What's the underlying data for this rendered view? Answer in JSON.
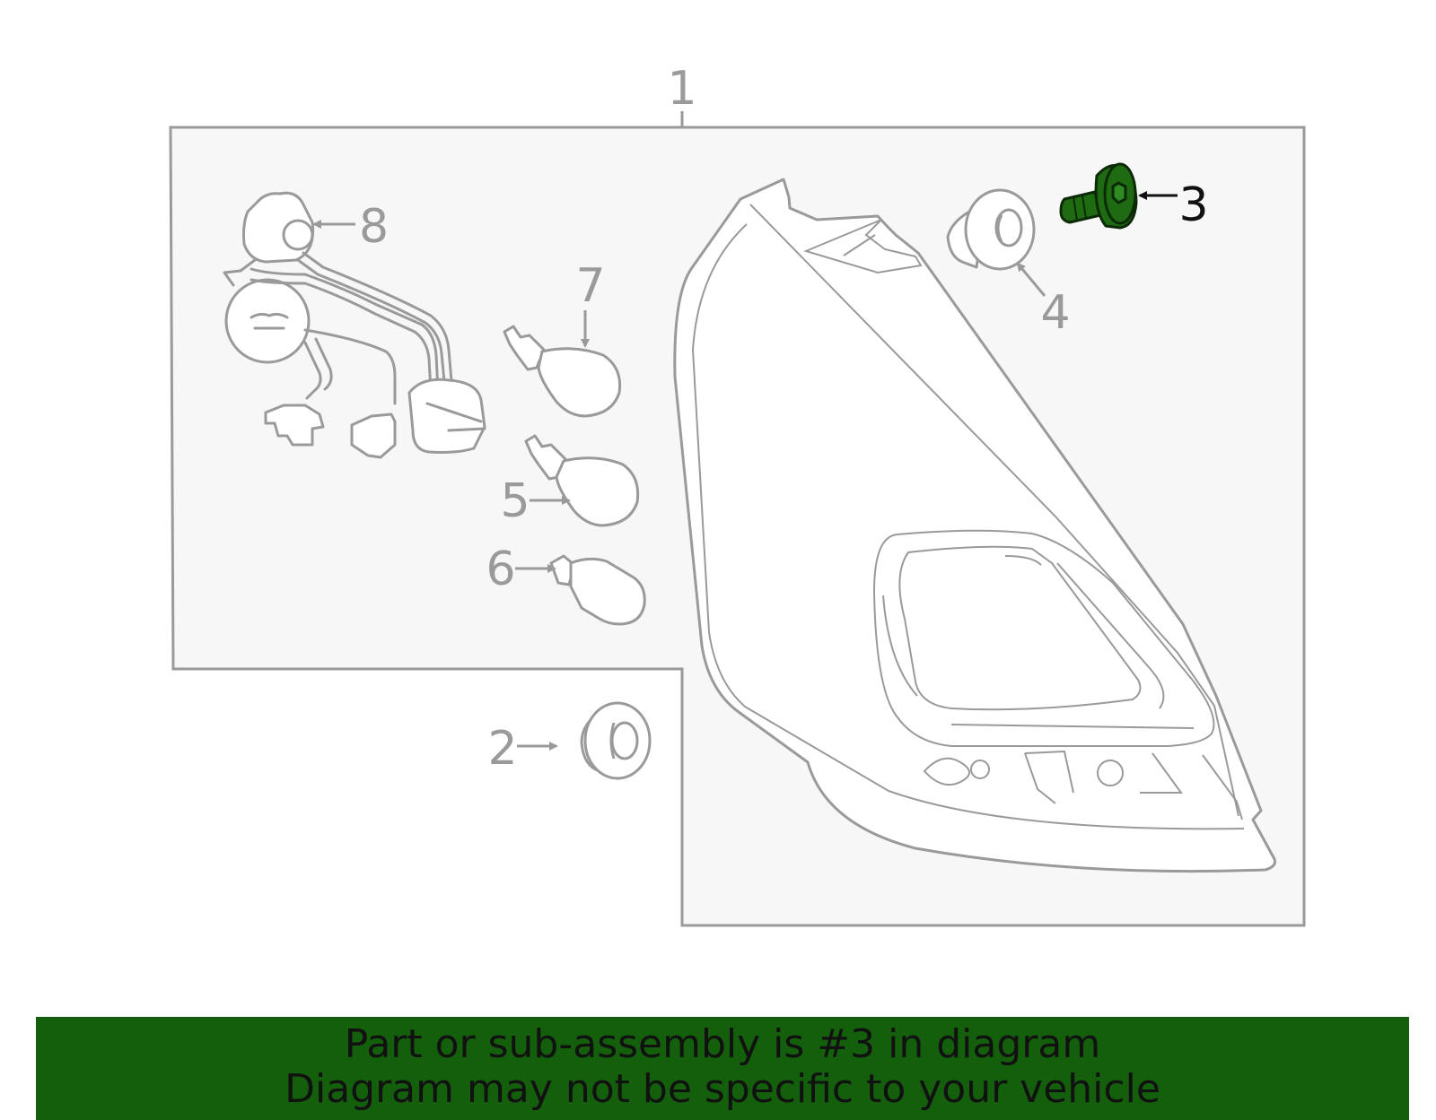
{
  "diagram": {
    "callouts": {
      "c1": "1",
      "c2": "2",
      "c3": "3",
      "c4": "4",
      "c5": "5",
      "c6": "6",
      "c7": "7",
      "c8": "8"
    },
    "highlight_part": "3",
    "colors": {
      "line": "#9a9a9a",
      "panel_fill": "#f7f7f7",
      "highlight_fill": "#1e6b12",
      "highlight_stroke": "#0c2a07"
    },
    "parts_shown": [
      "tail-lamp-assembly",
      "grommet",
      "bolt",
      "socket-grommet",
      "bulb",
      "bulb",
      "wedge-bulb",
      "wiring-harness"
    ]
  },
  "banner": {
    "line1": "Part or sub-assembly is #3 in diagram",
    "line2": "Diagram may not be specific to your vehicle",
    "color": "#145f0c"
  }
}
